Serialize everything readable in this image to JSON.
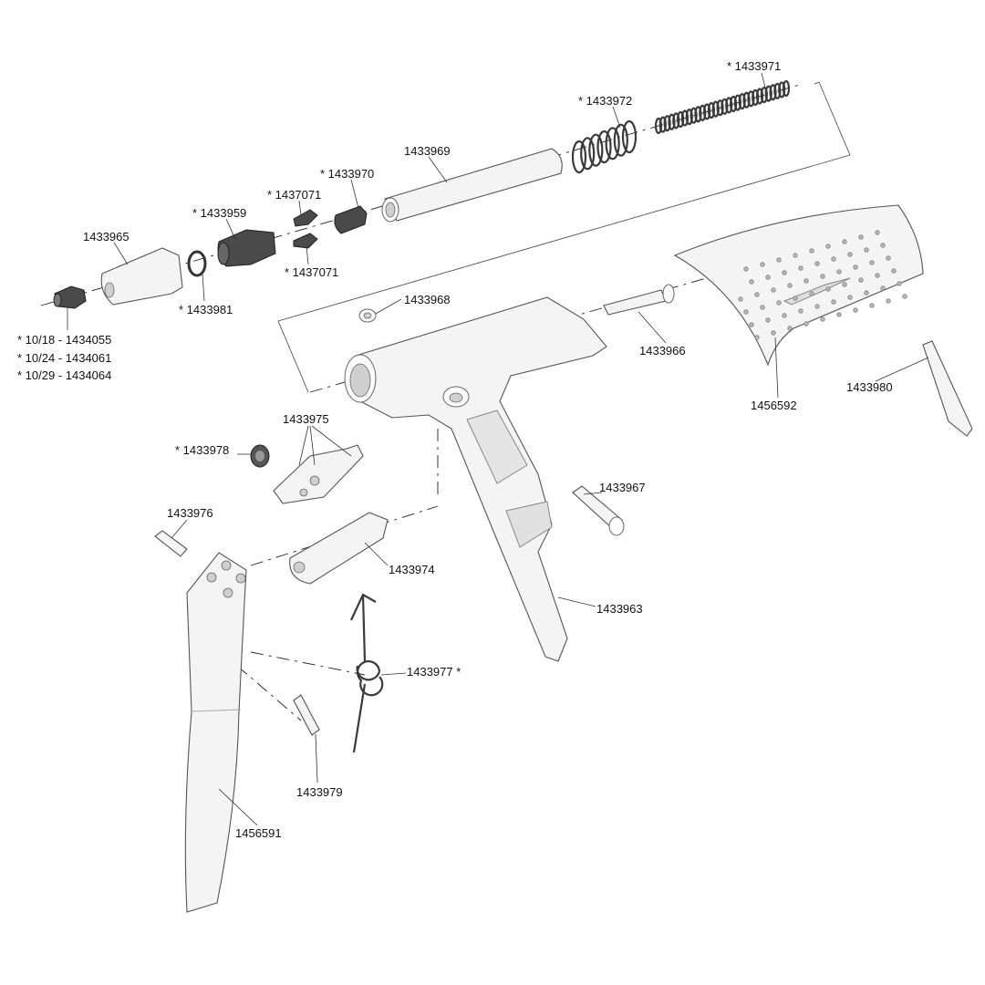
{
  "diagram": {
    "type": "exploded parts diagram",
    "labels": {
      "p1433971": "* 1433971",
      "p1433972": "* 1433972",
      "p1433969": "1433969",
      "p1433970": "* 1433970",
      "p1437071a": "* 1437071",
      "p1433959": "* 1433959",
      "p1433965": "1433965",
      "p1437071b": "* 1437071",
      "p1433981": "* 1433981",
      "p1433968": "1433968",
      "nozzle1": "* 10/18 - 1434055",
      "nozzle2": "* 10/24 - 1434061",
      "nozzle3": "* 10/29 - 1434064",
      "p1433966": "1433966",
      "p1456592": "1456592",
      "p1433980": "1433980",
      "p1433975": "1433975",
      "p1433978": "* 1433978",
      "p1433967": "1433967",
      "p1433976": "1433976",
      "p1433974": "1433974",
      "p1433963": "1433963",
      "p1433977": "1433977 *",
      "p1433979": "1433979",
      "p1456591": "1456591"
    }
  }
}
